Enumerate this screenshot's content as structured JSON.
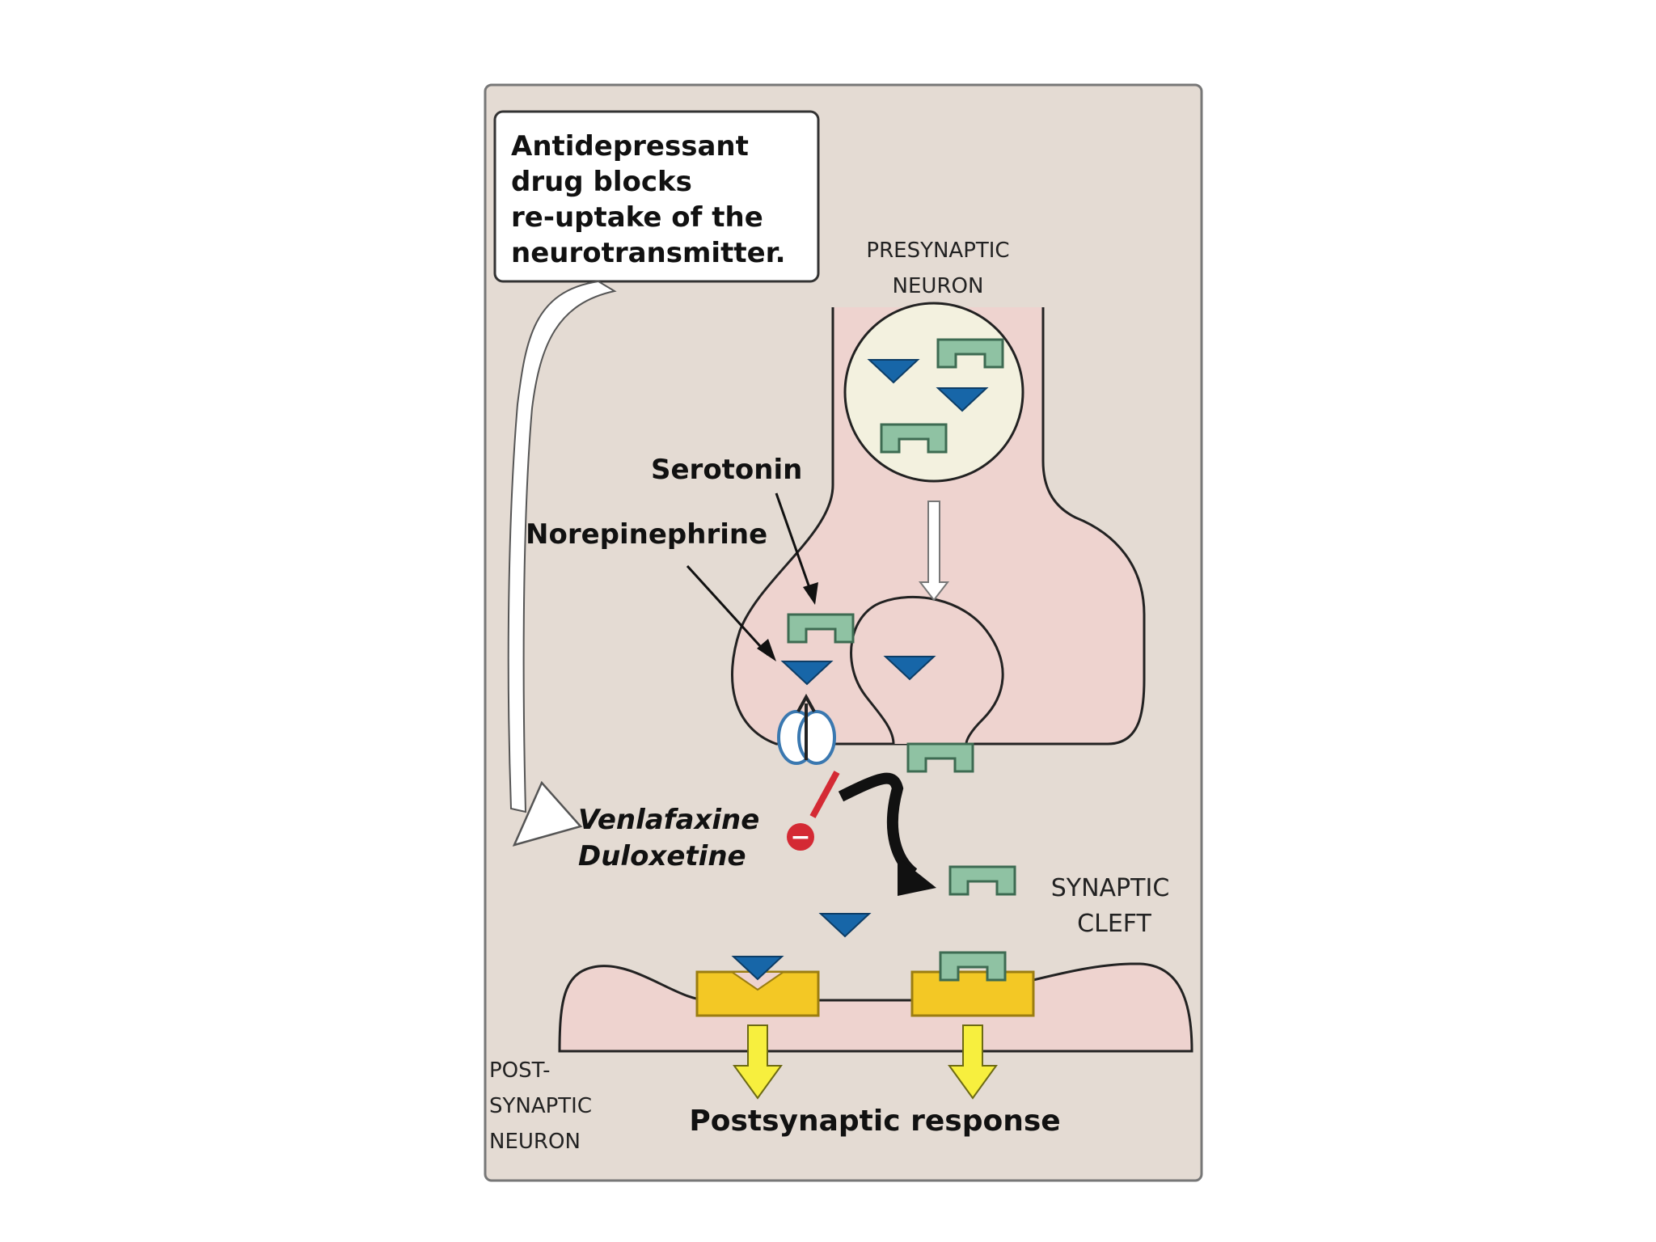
{
  "callout": {
    "lines": [
      "Antidepressant",
      "drug blocks",
      "re-uptake of the",
      "neurotransmitter."
    ]
  },
  "labels": {
    "presynaptic": [
      "PRESYNAPTIC",
      "NEURON"
    ],
    "serotonin": "Serotonin",
    "norepinephrine": "Norepinephrine",
    "drugs": [
      "Venlafaxine",
      "Duloxetine"
    ],
    "synaptic_cleft": [
      "SYNAPTIC",
      "CLEFT"
    ],
    "postsynaptic": [
      "POST-",
      "SYNAPTIC",
      "NEURON"
    ],
    "response": "Postsynaptic response"
  },
  "inhibit_symbol": "−",
  "icons": {
    "serotonin": "green-bracket-icon",
    "norepinephrine": "blue-triangle-icon",
    "transporter": "reuptake-transporter-icon",
    "receptor": "yellow-receptor-icon",
    "inhibit": "red-minus-icon"
  },
  "colors": {
    "panel_bg": "#e4dbd3",
    "neuron_fill": "#eed3cf",
    "vesicle_fill": "#f3f1df",
    "serotonin": "#8fc2a3",
    "norepinephrine": "#1766a8",
    "receptor": "#f3c825",
    "inhibit": "#d42a34",
    "arrow_down": "#f7ef3e"
  }
}
